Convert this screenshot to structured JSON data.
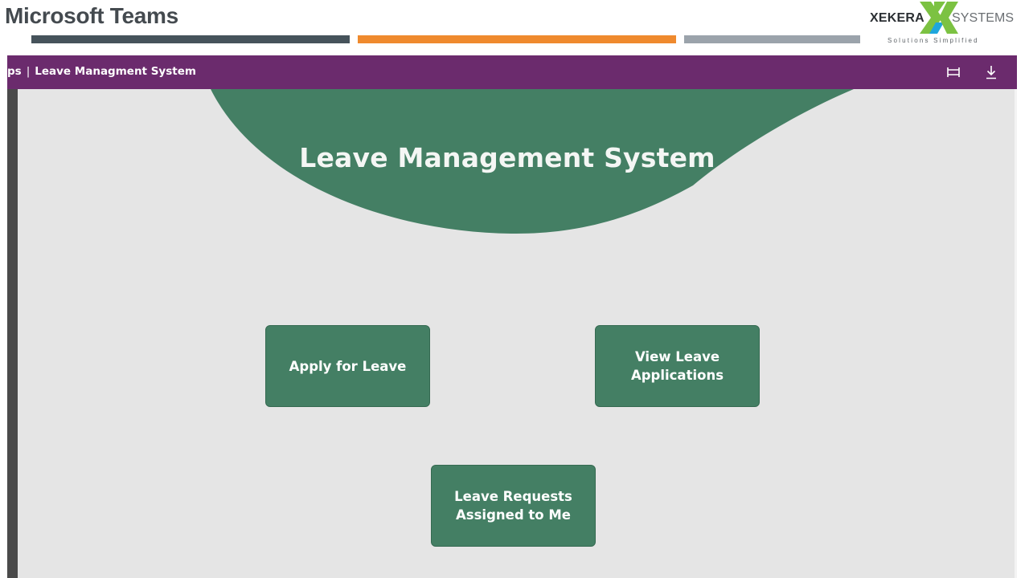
{
  "slide": {
    "title": "Microsoft Teams",
    "bar_colors": [
      "#46535b",
      "#ef8a2e",
      "#9ba3ab"
    ]
  },
  "logo": {
    "left_text": "XEKERA",
    "right_text": "SYSTEMS",
    "tagline": "Solutions Simplified",
    "colors": {
      "green": "#7cc242",
      "blue": "#1ea6dd"
    }
  },
  "teams": {
    "app_bar": {
      "prefix": "ps",
      "separator": "|",
      "title": "Leave Managment System",
      "color": "#6b2b6d",
      "icons": [
        "expand-icon",
        "download-icon"
      ]
    }
  },
  "app": {
    "title": "Leave Management System",
    "accent": "#447f64",
    "background": "#e5e5e5",
    "buttons": {
      "apply": "Apply for Leave",
      "view": "View Leave Applications",
      "assigned": "Leave Requests Assigned to Me"
    }
  }
}
